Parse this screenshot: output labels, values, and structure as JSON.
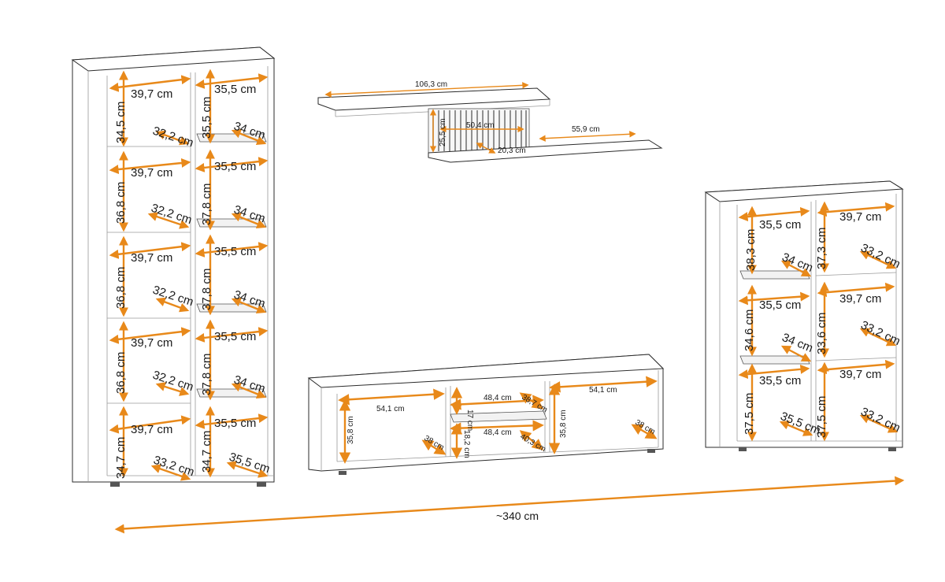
{
  "colors": {
    "dimension": "#e8891a",
    "outline": "#2b2b2b",
    "background": "#ffffff"
  },
  "tall_cabinet": {
    "left_widths": [
      "39,7 cm",
      "39,7 cm",
      "39,7 cm",
      "39,7 cm",
      "39,7 cm"
    ],
    "left_heights": [
      "34,5 cm",
      "36,8 cm",
      "36,8 cm",
      "36,8 cm",
      "34,7 cm"
    ],
    "left_depths": [
      "32,2 cm",
      "32,2 cm",
      "32,2 cm",
      "32,2 cm",
      "33,2 cm"
    ],
    "right_widths": [
      "35,5 cm",
      "35,5 cm",
      "35,5 cm",
      "35,5 cm",
      "35,5 cm"
    ],
    "right_heights": [
      "35,5 cm",
      "37,8 cm",
      "37,8 cm",
      "37,8 cm",
      "34,7 cm"
    ],
    "right_depths": [
      "34 cm",
      "34 cm",
      "34 cm",
      "34 cm",
      "35,5 cm"
    ]
  },
  "wall_shelf": {
    "top_width": "106,3 cm",
    "panel_height": "25,5 cm",
    "panel_width": "50,4 cm",
    "panel_depth": "20,3 cm",
    "lower_width": "55,9 cm"
  },
  "tv_board": {
    "left_width": "54,1 cm",
    "left_height": "35,8 cm",
    "left_depth": "38 cm",
    "mid_top_width": "48,4 cm",
    "mid_top_height": "17 cm",
    "mid_top_depth": "38,7 cm",
    "mid_bottom_width": "48,4 cm",
    "mid_bottom_height": "18,2 cm",
    "mid_bottom_depth": "40,3 cm",
    "right_width": "54,1 cm",
    "right_height": "35,8 cm",
    "right_depth": "38 cm"
  },
  "small_cabinet": {
    "left_widths": [
      "35,5 cm",
      "35,5 cm",
      "35,5 cm"
    ],
    "left_heights": [
      "38,3 cm",
      "34,6 cm",
      "37,5 cm"
    ],
    "left_depths": [
      "34 cm",
      "34 cm",
      "35,5 cm"
    ],
    "right_widths": [
      "39,7 cm",
      "39,7 cm",
      "39,7 cm"
    ],
    "right_heights": [
      "37,3 cm",
      "33,6 cm",
      "37,5 cm"
    ],
    "right_depths": [
      "33,2 cm",
      "33,2 cm",
      "33,2 cm"
    ]
  },
  "total_width": "~340 cm"
}
